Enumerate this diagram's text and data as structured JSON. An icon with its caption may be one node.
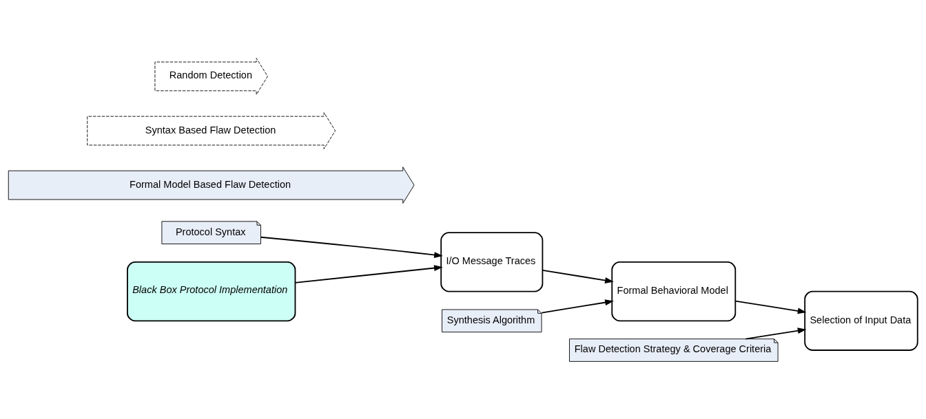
{
  "diagram": {
    "nodes": [
      {
        "text": [
          "Protocol Syntax"
        ]
      },
      {
        "text": [
          "Synthesis Algorithm"
        ]
      },
      {
        "text": [
          "Flaw Detection Strategy & Coverage Criteria"
        ]
      },
      {
        "text": [
          "Black Box Protocol Implementation"
        ]
      },
      {
        "text": [
          "I/O Message Traces"
        ]
      },
      {
        "text": [
          "Formal Behavioral Model"
        ]
      },
      {
        "text": [
          "Selection of Input Data"
        ]
      },
      {
        "text": [
          "Formal Model Based Flaw Detection"
        ]
      },
      {
        "text": [
          "Syntax Based Flaw Detection"
        ]
      },
      {
        "text": [
          "Random Detection"
        ]
      }
    ],
    "edges": [
      {
        "from": 3,
        "to": 4,
        "arrow": "to"
      },
      {
        "from": 0,
        "to": 4,
        "arrow": "to"
      },
      {
        "from": 4,
        "to": 5,
        "arrow": "to"
      },
      {
        "from": 1,
        "to": 5,
        "arrow": "to"
      },
      {
        "from": 5,
        "to": 6,
        "arrow": "to"
      },
      {
        "from": 2,
        "to": 6,
        "arrow": "to"
      }
    ]
  }
}
